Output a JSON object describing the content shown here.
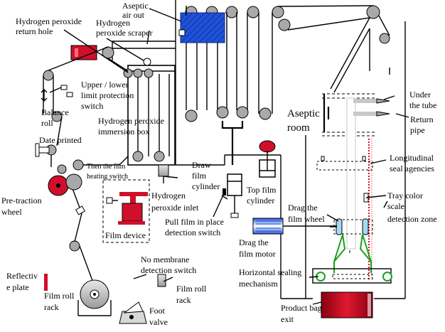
{
  "labels": {
    "aseptic_air_out": [
      "Aseptic",
      "air out"
    ],
    "h2o2_return_hole": [
      "Hydrogen peroxide",
      "return hole"
    ],
    "h2o2_scraper": [
      "Hydrogen",
      "peroxide scraper"
    ],
    "upper_lower_limit": [
      "Upper / lower",
      "limit protection",
      "switch"
    ],
    "balance_roll": [
      "Balance",
      "roll"
    ],
    "date_printed": "Date printed",
    "h2o2_immersion_box": [
      "Hydrogen peroxide",
      "immersion box"
    ],
    "film_heating_switch": [
      "Then the film",
      "heating  switch"
    ],
    "pre_traction_wheel": [
      "Pre-traction",
      "wheel"
    ],
    "film_device": "Film device",
    "h2o2_inlet": [
      "Hydrogen",
      "peroxide inlet"
    ],
    "draw_film_cylinder": [
      "Draw",
      "film",
      "cylinder"
    ],
    "top_film_cylinder": [
      "Top film",
      "cylinder"
    ],
    "pull_film_switch": [
      "Pull film in place",
      "detection switch"
    ],
    "aseptic_room": [
      "Aseptic",
      "room"
    ],
    "under_the_tube": [
      "Under",
      "the tube"
    ],
    "return_pipe": [
      "Return",
      "pipe"
    ],
    "longitudinal_seal": [
      "Longitudinal",
      "seal agencies"
    ],
    "tray_color_scale": [
      "Tray color",
      "scale",
      "detection zone"
    ],
    "drag_film_wheel": [
      "Drag the",
      "film wheel"
    ],
    "drag_film_motor": [
      "Drag the",
      "film motor"
    ],
    "horizontal_sealing": [
      "Horizontal sealing",
      "mechanism"
    ],
    "no_membrane_switch": [
      "No membrane",
      "detection switch"
    ],
    "reflective_plate": [
      "Reflectiv",
      "e plate"
    ],
    "film_roll_rack_left": [
      "Film roll",
      "rack"
    ],
    "film_roll_rack_right": [
      "Film roll",
      "rack"
    ],
    "foot_valve": [
      "Foot",
      "valve"
    ],
    "product_bag_exit": [
      "Product bag",
      "exit"
    ]
  },
  "colors": {
    "accent_red": "#d0102a",
    "accent_blue": "#1f52d8",
    "pipe_grey": "#c8c8c8",
    "roller_grey": "#a9a9a9",
    "light_blue": "#a8d8f0",
    "green": "#1aa01a"
  }
}
